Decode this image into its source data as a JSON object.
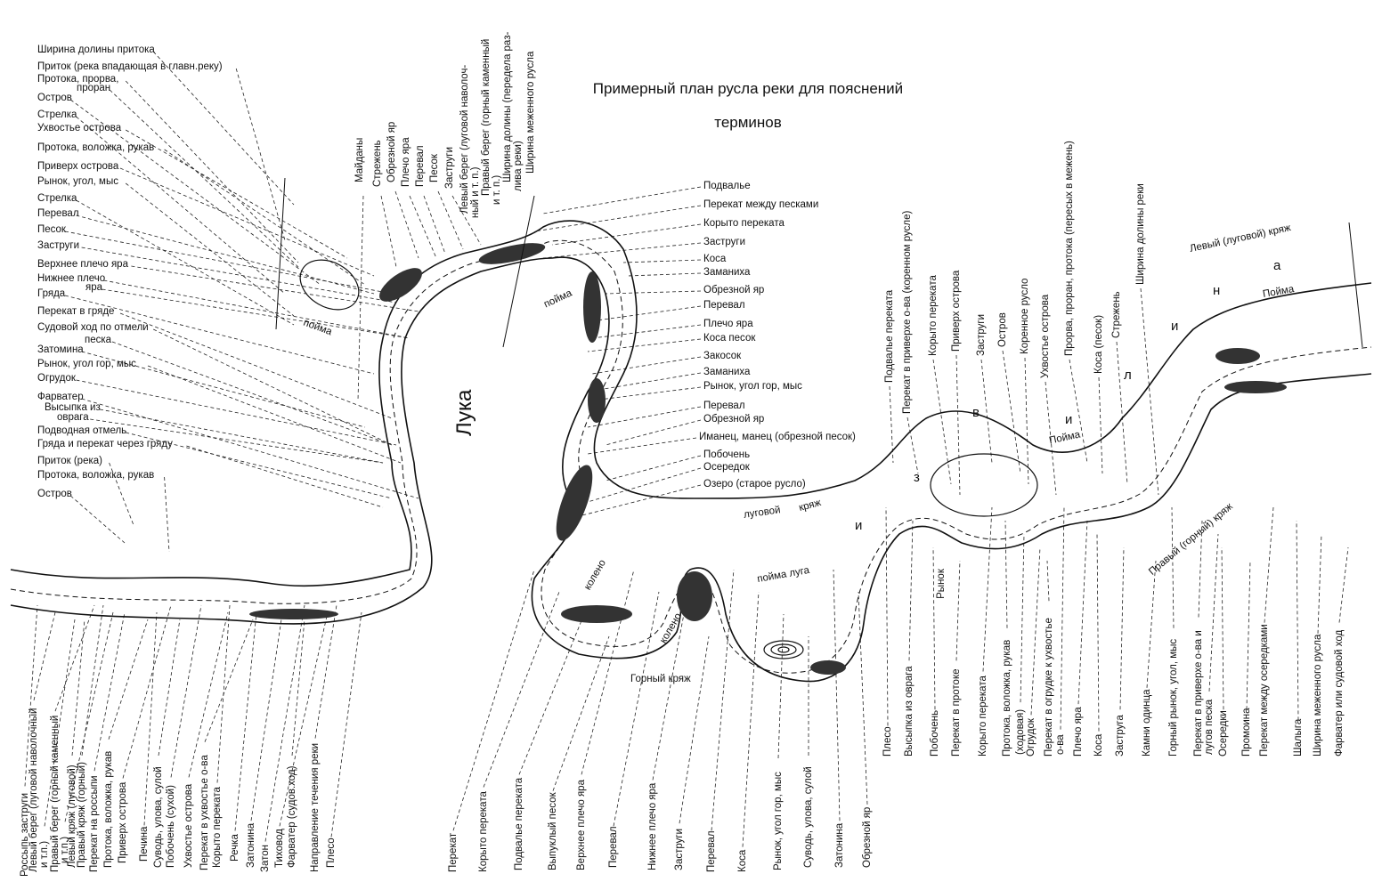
{
  "title_line1": "Примерный план русла реки для пояснений",
  "title_line2": "терминов",
  "left_labels": [
    "Ширина долины притока",
    "Приток (река впадающая в главн.реку)",
    "Протока, прорва,",
    "проран",
    "Остров",
    "Стрелка",
    "Ухвостье острова",
    "Протока, воложка, рукав",
    "Приверх острова",
    "Рынок, угол, мыс",
    "Стрелка",
    "Перевал",
    "Песок",
    "Заструги",
    "Верхнее плечо яра",
    "Нижнее плечо",
    "яра",
    "Гряда",
    "Перекат в гряде",
    "Судовой ход по отмели",
    "песка",
    "Затомина",
    "Рынок, угол гор, мыс",
    "Огрудок",
    "Фарватер",
    "Высыпка из",
    "оврага",
    "Подводная отмель",
    "Гряда и перекат через гряду",
    "Приток (река)",
    "Протока, воложка, рукав",
    "Остров"
  ],
  "top_vertical_labels": [
    "Майданы",
    "Стрежень",
    "Обрезной яр",
    "Плечо яра",
    "Перевал",
    "Песок",
    "Заструги",
    "Левый берег (луговой наволоч-",
    "ный и т. п.)",
    "Правый берег (горный каменный",
    "и т. п.)",
    "Ширина долины (передела раз-",
    "лива реки)",
    "Ширина меженного русла"
  ],
  "middle_labels": [
    "Подвалье",
    "Перекат между песками",
    "Корыто переката",
    "Заструги",
    "Коса",
    "Заманиха",
    "Обрезной яр",
    "Перевал",
    "Плечо яра",
    "Коса песок",
    "Закосок",
    "Заманиха",
    "Рынок, угол гор, мыс",
    "Перевал",
    "Обрезной яр",
    "Иманец, манец (обрезной песок)",
    "Побочень",
    "Осередок",
    "Озеро (старое русло)"
  ],
  "right_top_vertical_labels": [
    "Подвалье переката",
    "Перекат в приверхе о-ва (коренном русле)",
    "Корыто переката",
    "Приверх острова",
    "Заструги",
    "Остров",
    "Коренное русло",
    "Ухвостье острова",
    "Прорва, проран, протока (пересых в межень)",
    "Коса (песок)",
    "Стрежень",
    "Ширина долины реки"
  ],
  "bottom_left_labels": [
    "Россыпь заструги",
    "Левый берег (луговой наволочный",
    "и т.п.)",
    "Правый берег (горный каменный",
    "и т.п.)",
    "Левый кряж (луговой)",
    "Правый кряж (горный)",
    "Перекат на россыпи",
    "Протока, воложка, рукав",
    "Приверх острова",
    "Печина",
    "Суводь, улова, сулой",
    "Побочень (сухой)",
    "Ухвостье острова",
    "Перекат в ухвостье о-ва",
    "Корыто переката",
    "Речка",
    "Затонина",
    "Затон",
    "Тиховод",
    "Фарватер (судов.ход)",
    "Направление течения реки",
    "Плесо"
  ],
  "bottom_middle_labels": [
    "Перекат",
    "Корыто переката",
    "Подвалье переката",
    "Выпуклый песок",
    "Верхнее плечо яра",
    "Перевал",
    "Нижнее плечо яра",
    "Заструги",
    "Перевал",
    "Коса",
    "Рынок, угол гор, мыс",
    "Суводь, улова, сулой",
    "Затонина",
    "Обрезной яр"
  ],
  "bottom_right_labels": [
    "Плесо",
    "Высыпка из оврага",
    "Рынок",
    "Побочень",
    "Перекат в протоке",
    "Корыто переката",
    "Протока, воложка, рукав",
    "(ходовая)",
    "Огрудок",
    "Перекат в огрудке к ухвостье",
    "о-ва",
    "Плечо яра",
    "Коса",
    "Заструга",
    "Камни одинца",
    "Горный рынок, угол, мыс",
    "Перекат в приверхе о-ва и",
    "лугов песка",
    "Осередки",
    "Промоина",
    "Перекат между осередками",
    "Шалыга",
    "Ширина меженного русла",
    "Фарватер или судовой ход"
  ],
  "map_labels": {
    "luka": "Лука",
    "poyma1": "пойма",
    "poyma2": "пойма",
    "poyma_luga": "пойма луга",
    "koleno1": "колено",
    "koleno2": "колено",
    "gorny_kryazh": "Горный кряж",
    "lugovoy": "луговой",
    "kryazh": "кряж",
    "poyma_right1": "Пойма",
    "poyma_right2": "Пойма",
    "rynok": "Рынок",
    "levy_kryazh": "Левый (луговой) кряж",
    "pravy_kryazh": "Правый (горный) кряж",
    "letters": [
      "в",
      "и",
      "з",
      "и",
      "л",
      "и",
      "н",
      "а"
    ]
  },
  "colors": {
    "ink": "#111111",
    "paper": "#ffffff",
    "shade": "#333333"
  }
}
